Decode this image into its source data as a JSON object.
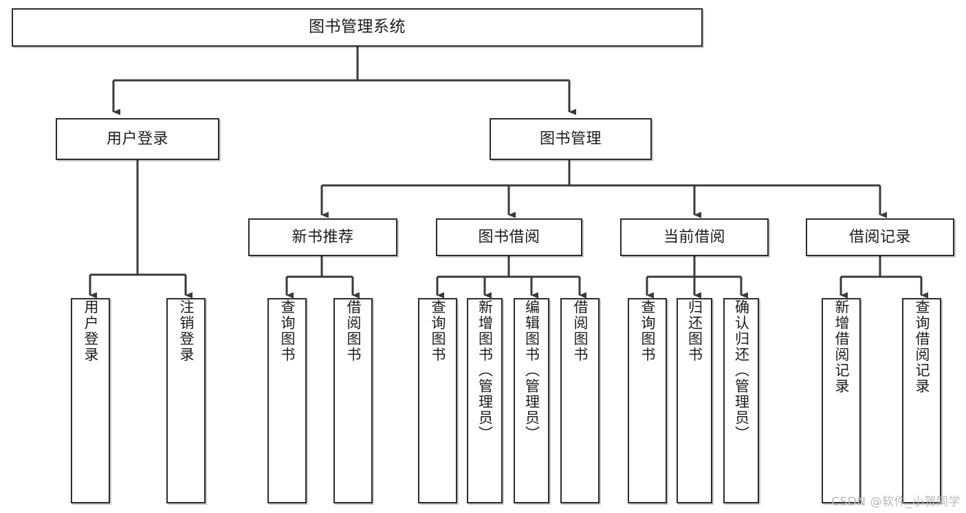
{
  "diagram": {
    "type": "tree-hierarchy-chart",
    "title": "图书管理系统",
    "colors": {
      "box_border": "#2b2b2b",
      "box_fill": "#ffffff",
      "connector": "#3a3a3a",
      "text": "#1c1c1c",
      "watermark": "#b9b9b9",
      "background": "#ffffff"
    },
    "nodes": {
      "root": {
        "label": "图书管理系统",
        "orientation": "horizontal"
      },
      "level1": [
        {
          "id": "user-login",
          "label": "用户登录",
          "orientation": "horizontal"
        },
        {
          "id": "book-management",
          "label": "图书管理",
          "orientation": "horizontal"
        }
      ],
      "level2": [
        {
          "id": "new-book-recommend",
          "label": "新书推荐",
          "orientation": "horizontal"
        },
        {
          "id": "book-borrow",
          "label": "图书借阅",
          "orientation": "horizontal"
        },
        {
          "id": "current-borrow",
          "label": "当前借阅",
          "orientation": "horizontal"
        },
        {
          "id": "borrow-record",
          "label": "借阅记录",
          "orientation": "horizontal"
        }
      ],
      "leaves": [
        {
          "id": "leaf-user-login",
          "label": "用户登录",
          "parent": "user-login",
          "orientation": "vertical"
        },
        {
          "id": "leaf-logout",
          "label": "注销登录",
          "parent": "user-login",
          "orientation": "vertical"
        },
        {
          "id": "leaf-query-book-1",
          "label": "查询图书",
          "parent": "new-book-recommend",
          "orientation": "vertical"
        },
        {
          "id": "leaf-borrow-book-1",
          "label": "借阅图书",
          "parent": "new-book-recommend",
          "orientation": "vertical"
        },
        {
          "id": "leaf-query-book-2",
          "label": "查询图书",
          "parent": "book-borrow",
          "orientation": "vertical"
        },
        {
          "id": "leaf-add-book",
          "label": "新增图书（管理员）",
          "parent": "book-borrow",
          "orientation": "vertical"
        },
        {
          "id": "leaf-edit-book",
          "label": "编辑图书（管理员）",
          "parent": "book-borrow",
          "orientation": "vertical"
        },
        {
          "id": "leaf-borrow-book-2",
          "label": "借阅图书",
          "parent": "book-borrow",
          "orientation": "vertical"
        },
        {
          "id": "leaf-query-book-3",
          "label": "查询图书",
          "parent": "current-borrow",
          "orientation": "vertical"
        },
        {
          "id": "leaf-return-book",
          "label": "归还图书",
          "parent": "current-borrow",
          "orientation": "vertical"
        },
        {
          "id": "leaf-confirm-return",
          "label": "确认归还（管理员）",
          "parent": "current-borrow",
          "orientation": "vertical"
        },
        {
          "id": "leaf-add-record",
          "label": "新增借阅记录",
          "parent": "borrow-record",
          "orientation": "vertical"
        },
        {
          "id": "leaf-query-record",
          "label": "查询借阅记录",
          "parent": "borrow-record",
          "orientation": "vertical"
        }
      ]
    },
    "watermark": "CSDN @软件_小贺同学"
  }
}
